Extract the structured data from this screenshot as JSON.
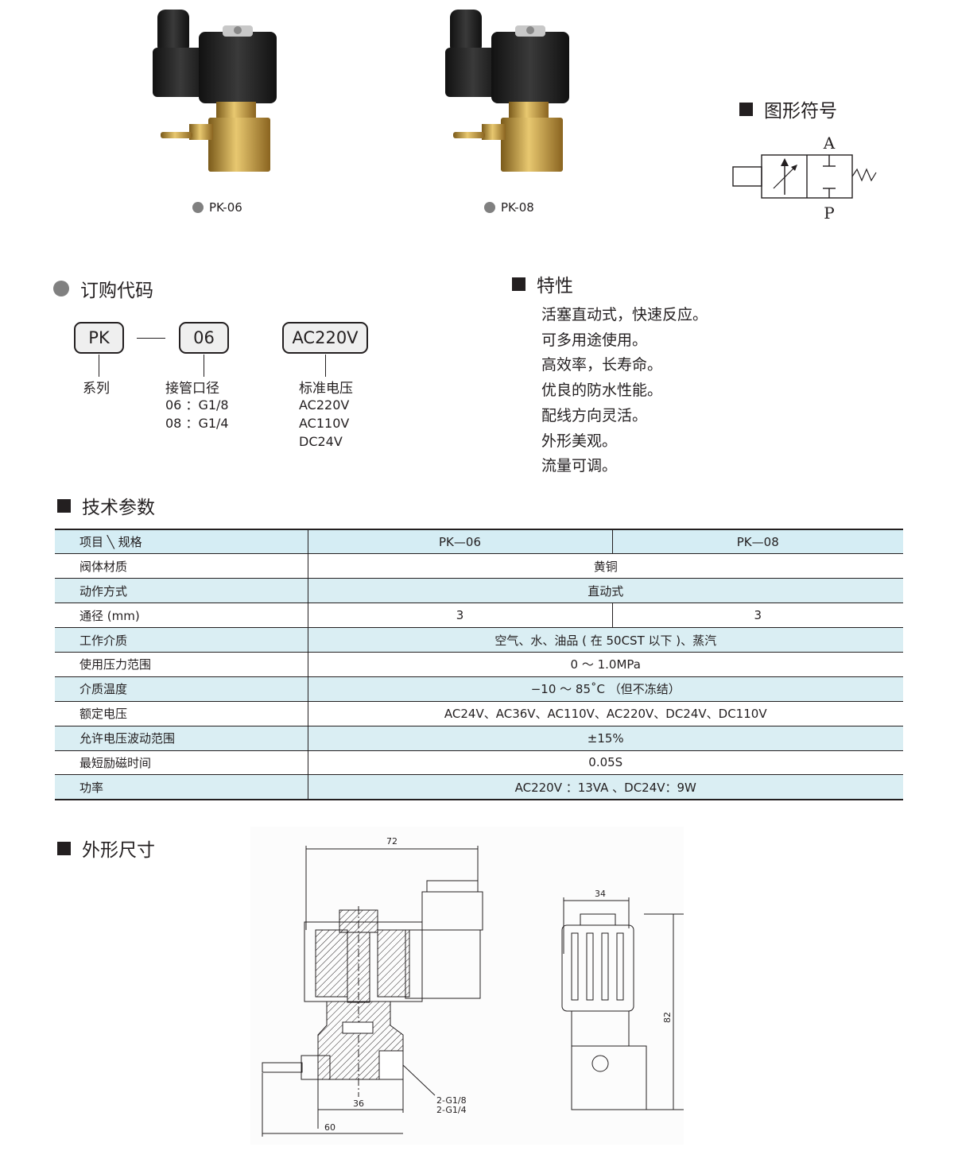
{
  "products": [
    {
      "model": "PK-06"
    },
    {
      "model": "PK-08"
    }
  ],
  "symbol": {
    "heading": "图形符号",
    "port_a": "A",
    "port_p": "P"
  },
  "order_code": {
    "heading": "订购代码",
    "box_series": "PK",
    "box_port": "06",
    "box_voltage": "AC220V",
    "series_label": "系列",
    "port_label": "接管口径",
    "port_options": [
      "06 ：G1/8",
      "08 ：G1/4"
    ],
    "voltage_label": "标准电压",
    "voltage_options": [
      "AC220V",
      "AC110V",
      "DC24V"
    ]
  },
  "features": {
    "heading": "特性",
    "items": [
      "活塞直动式，快速反应。",
      "可多用途使用。",
      "高效率，长寿命。",
      "优良的防水性能。",
      "配线方向灵活。",
      "外形美观。",
      "流量可调。"
    ]
  },
  "specs": {
    "heading": "技术参数",
    "header": {
      "item": "项目 ╲ 规格",
      "col1": "PK—06",
      "col2": "PK—08"
    },
    "rows": [
      {
        "label": "阀体材质",
        "value": "黄铜"
      },
      {
        "label": "动作方式",
        "value": "直动式"
      },
      {
        "label": "通径 (mm)",
        "value1": "3",
        "value2": "3"
      },
      {
        "label": "工作介质",
        "value": "空气、水、油品 ( 在 50CST 以下 )、蒸汽"
      },
      {
        "label": "使用压力范围",
        "value": "0 ～ 1.0MPa"
      },
      {
        "label": "介质温度",
        "value": "−10 ～ 85˚C （但不冻结）"
      },
      {
        "label": "额定电压",
        "value": "AC24V、AC36V、AC110V、AC220V、DC24V、DC110V"
      },
      {
        "label": "允许电压波动范围",
        "value": "±15%"
      },
      {
        "label": "最短励磁时间",
        "value": "0.05S"
      },
      {
        "label": "功率",
        "value": "AC220V ：13VA 、DC24V：9W"
      }
    ]
  },
  "dimensions": {
    "heading": "外形尺寸",
    "width_total": "72",
    "width_body": "36",
    "width_inlet": "60",
    "thread_1": "2-G1/8",
    "thread_2": "2-G1/4",
    "side_width": "34",
    "side_height": "82"
  },
  "colors": {
    "table_shade": "#daeef3",
    "brass": "#c9a24a",
    "coil": "#2a2a2a"
  }
}
